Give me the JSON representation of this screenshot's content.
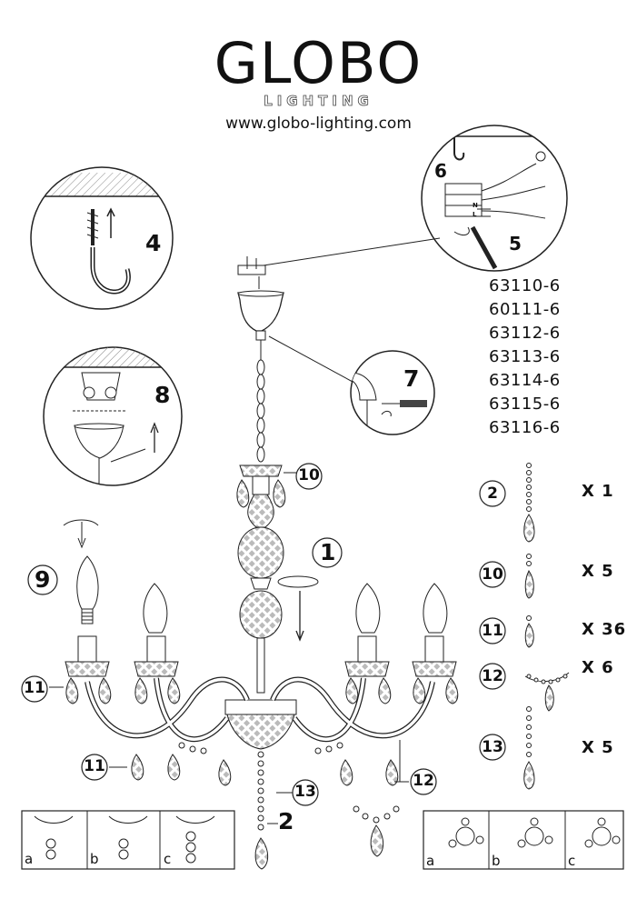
{
  "brand": {
    "name": "GLOBO",
    "subline": "LIGHTING",
    "website": "www.globo-lighting.com"
  },
  "models": [
    "63110-6",
    "60111-6",
    "63112-6",
    "63113-6",
    "63114-6",
    "63115-6",
    "63116-6"
  ],
  "steps": {
    "s1": "1",
    "s4": "4",
    "s5": "5",
    "s6": "6",
    "s7": "7",
    "s8": "8",
    "s9": "9"
  },
  "callouts": {
    "c10": "10",
    "c11a": "11",
    "c11b": "11",
    "c12": "12",
    "c13": "13",
    "c2": "2"
  },
  "wiring": {
    "n": "N",
    "l": "L"
  },
  "parts": [
    {
      "num": "2",
      "qty": "X 1"
    },
    {
      "num": "10",
      "qty": "X 5"
    },
    {
      "num": "11",
      "qty": "X 36"
    },
    {
      "num": "12",
      "qty": "X 6"
    },
    {
      "num": "13",
      "qty": "X 5"
    }
  ],
  "panel_left": {
    "a": "a",
    "b": "b",
    "c": "c"
  },
  "panel_right": {
    "a": "a",
    "b": "b",
    "c": "c"
  }
}
